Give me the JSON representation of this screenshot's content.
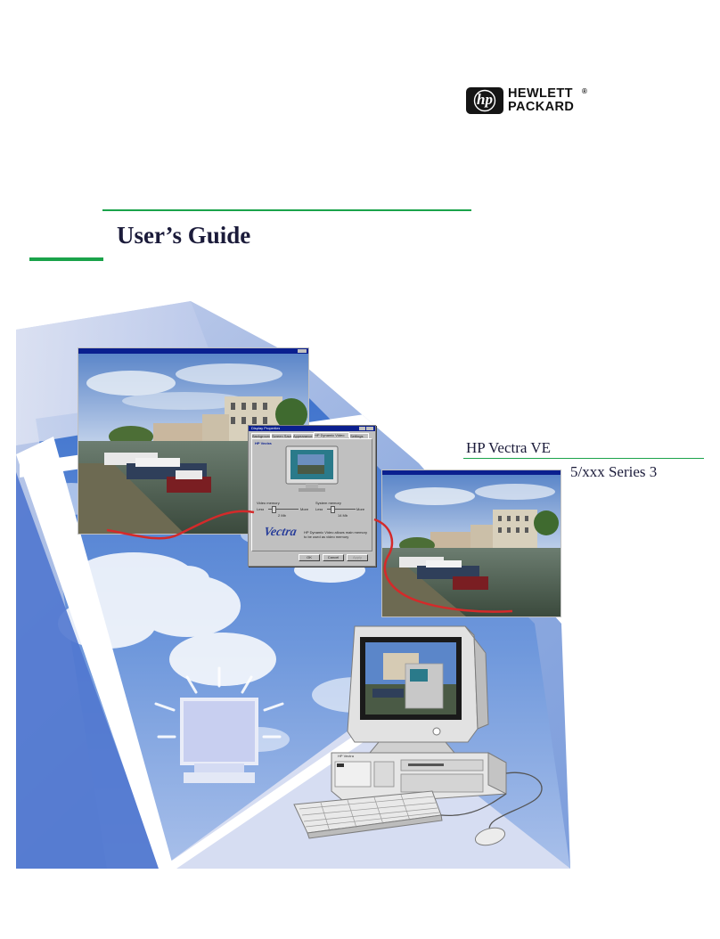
{
  "brand": {
    "logo_glyph": "hp",
    "line1": "HEWLETT",
    "line2": "PACKARD",
    "registered_mark": "®"
  },
  "document": {
    "title": "User’s Guide",
    "product_name": "HP Vectra VE",
    "product_series": "5/xxx Series 3"
  },
  "colors": {
    "accent_green": "#1aa34a",
    "title_navy": "#1b1b3a",
    "sky_blue": "#5e8fd6",
    "window_titlebar": "#0a1f8f"
  },
  "dialog": {
    "title": "Display Properties",
    "tabs": [
      "Background",
      "Screen Saver",
      "Appearance",
      "HP Dynamic Video",
      "Settings"
    ],
    "group_label": "HP Vectra",
    "slider1": {
      "label": "Video memory",
      "min": "Less",
      "max": "More",
      "value": "2 Mb"
    },
    "slider2": {
      "label": "System memory",
      "min": "Less",
      "max": "More",
      "value": "14 Mb"
    },
    "logo_script": "Vectra",
    "note": "HP Dynamic Video allows main memory to be used as video memory",
    "buttons": {
      "ok": "OK",
      "cancel": "Cancel",
      "apply": "Apply"
    }
  },
  "computer": {
    "badge": "HP Vectra"
  }
}
